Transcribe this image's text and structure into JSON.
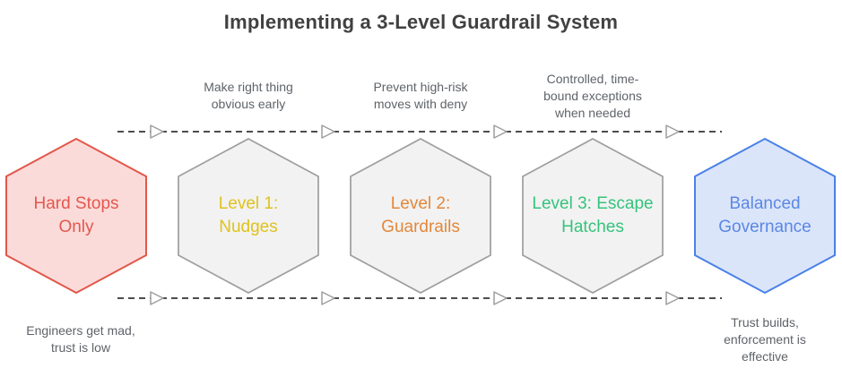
{
  "title": "Implementing a 3-Level Guardrail System",
  "stages": [
    {
      "id": "hard-stops-only",
      "label": "Hard Stops\nOnly",
      "fill": "#fbdbda",
      "border": "#e25749",
      "text_color": "#e4574d"
    },
    {
      "id": "level-1-nudges",
      "label": "Level 1:\nNudges",
      "fill": "#f2f2f2",
      "border": "#9e9e9e",
      "text_color": "#dfc21c"
    },
    {
      "id": "level-2-guardrails",
      "label": "Level 2:\nGuardrails",
      "fill": "#f2f2f2",
      "border": "#9e9e9e",
      "text_color": "#e3873a"
    },
    {
      "id": "level-3-escape-hatches",
      "label": "Level 3: Escape\nHatches",
      "fill": "#f2f2f2",
      "border": "#9e9e9e",
      "text_color": "#35c37d"
    },
    {
      "id": "balanced-governance",
      "label": "Balanced\nGovernance",
      "fill": "#dbe5fa",
      "border": "#4a81e8",
      "text_color": "#5b87e4"
    }
  ],
  "annotations": {
    "top": [
      {
        "label": "Make right thing\nobvious early"
      },
      {
        "label": "Prevent high-risk\nmoves with deny"
      },
      {
        "label": "Controlled, time-\nbound exceptions\nwhen needed"
      }
    ],
    "bottom_left": {
      "label": "Engineers get mad,\ntrust is low"
    },
    "bottom_right": {
      "label": "Trust builds,\nenforcement is\neffective"
    }
  },
  "flow_lines": {
    "style": "dashed",
    "direction": "left-to-right",
    "line_color": "#4d4d4d",
    "arrowhead_fill": "#ffffff",
    "arrowhead_border": "#9e9e9e",
    "annotation_text_color": "#5f6368",
    "title_color": "#414141"
  }
}
